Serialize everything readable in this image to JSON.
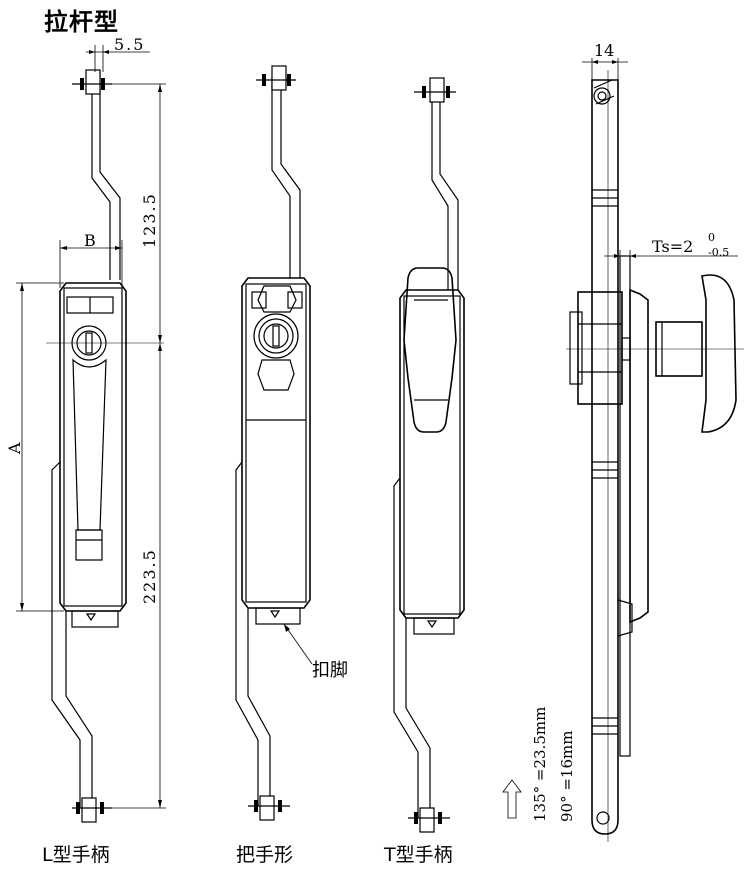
{
  "title": "拉杆型",
  "captions": {
    "l_handle": "L型手柄",
    "grip_handle": "把手形",
    "t_handle": "T型手柄"
  },
  "dimensions": {
    "offset": "5.5",
    "upper_length": "123.5",
    "lower_length": "223.5",
    "width": "B",
    "height": "A",
    "side_width": "14",
    "ts_label": "Ts=2",
    "ts_upper_tol": "0",
    "ts_lower_tol": "-0.5"
  },
  "annotations": {
    "clip_foot": "扣脚",
    "rotation_135": "135°  =23.5mm",
    "rotation_90": "90°  =16mm"
  }
}
